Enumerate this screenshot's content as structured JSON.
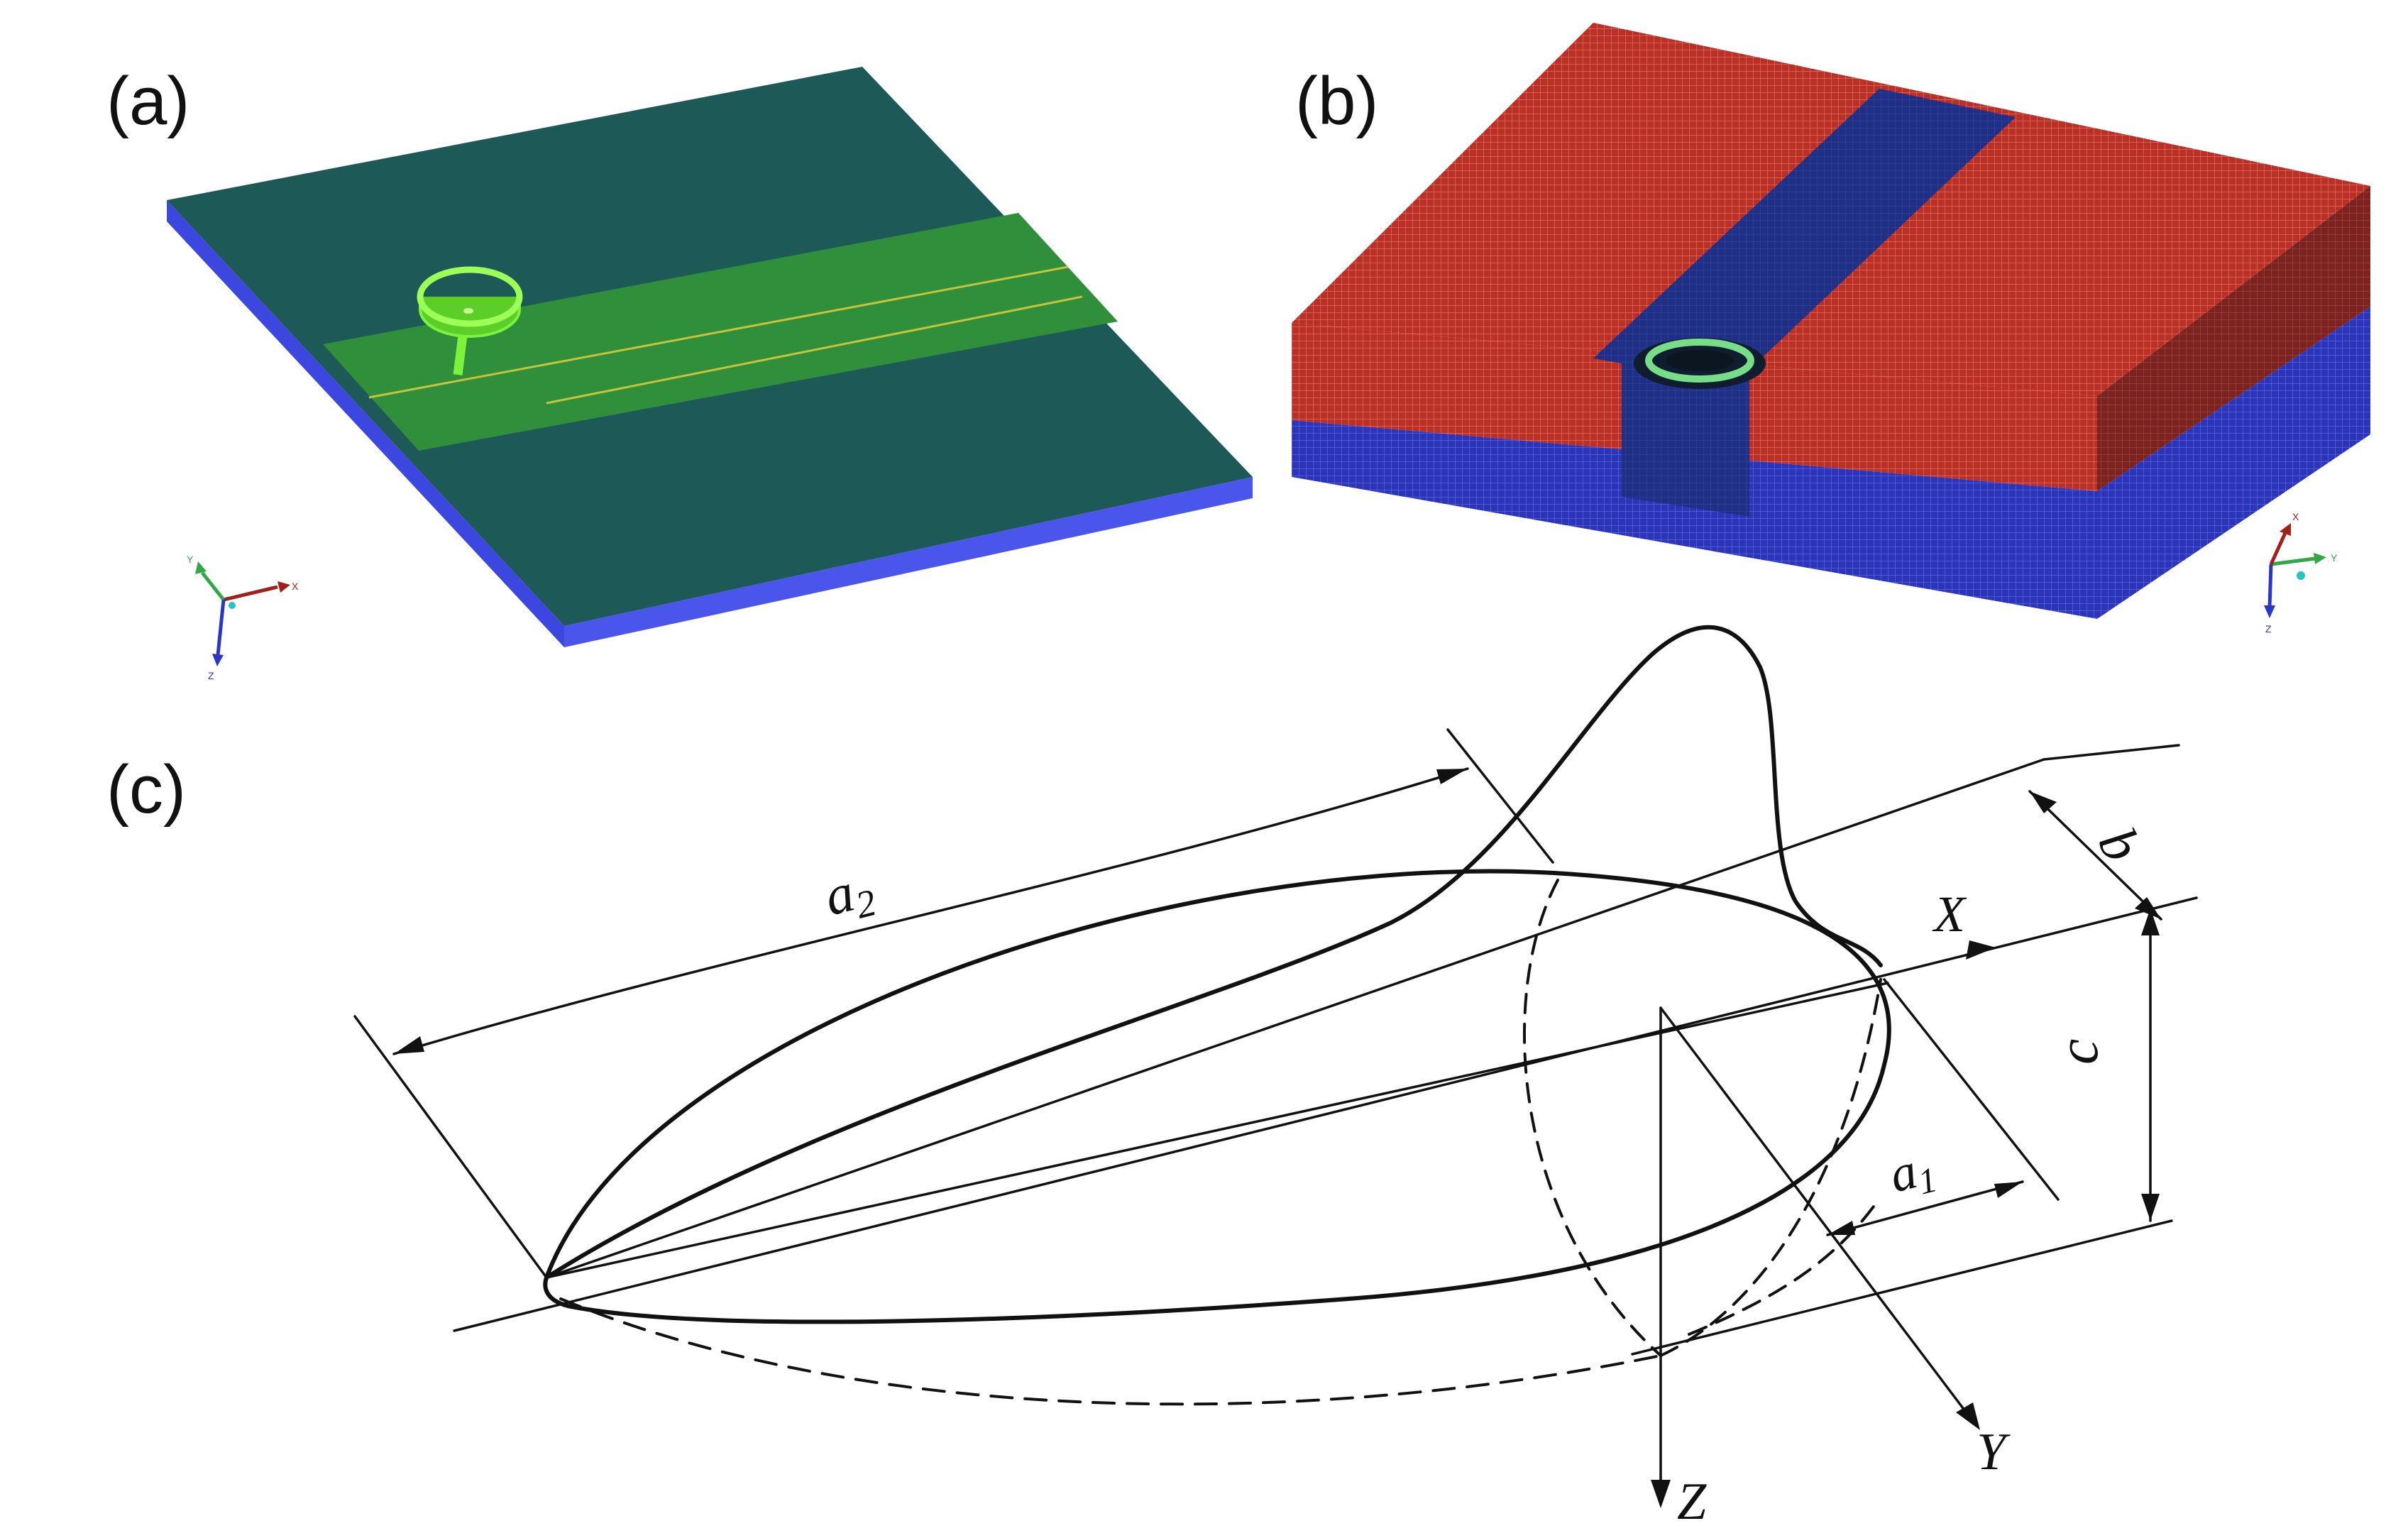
{
  "panels": {
    "a": {
      "label": "(a)"
    },
    "b": {
      "label": "(b)"
    },
    "c": {
      "label": "(c)"
    }
  },
  "triad_a": {
    "x": "X",
    "y": "Y",
    "z": "Z"
  },
  "triad_b": {
    "x": "X",
    "y": "Y",
    "z": "Z"
  },
  "diagram_c": {
    "a2": "a",
    "a2_sub": "2",
    "a1": "a",
    "a1_sub": "1",
    "b": "b",
    "c": "c",
    "X": "X",
    "Y": "Y",
    "Z": "Z"
  },
  "colors": {
    "plate_top": "#1d5a57",
    "plate_side": "#3c47e0",
    "strip": "#2f8f3a",
    "ring": "#7df23a",
    "mesh_red": "#b83026",
    "mesh_blue_side": "#2c34b8",
    "mesh_blue_strip": "#1f2f86",
    "ink": "#111111"
  }
}
